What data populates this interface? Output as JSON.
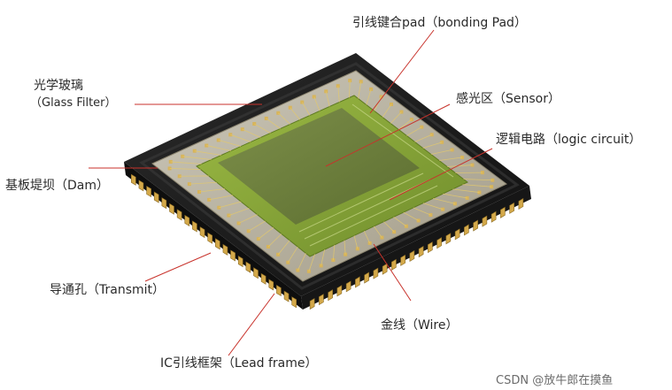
{
  "labels": {
    "bonding_pad": "引线键合pad（bonding Pad）",
    "glass_filter_cn": "光学玻璃",
    "glass_filter_en": "（Glass Filter）",
    "sensor": "感光区（Sensor）",
    "logic": "逻辑电路（logic circuit）",
    "dam": "基板堤坝（Dam）",
    "transmit": "导通孔（Transmit）",
    "wire": "金线（Wire）",
    "lead_frame": "IC引线框架（Lead frame）"
  },
  "watermark": "CSDN @放牛郎在摸鱼",
  "colors": {
    "leader": "#c8322b",
    "body": "#1c1c1c",
    "gold": "#c9a24a",
    "sensor": "#8fae3a",
    "sensor_inner": "#748f32",
    "logic": "#6f9a2a",
    "glass": "#d9d4c4"
  }
}
